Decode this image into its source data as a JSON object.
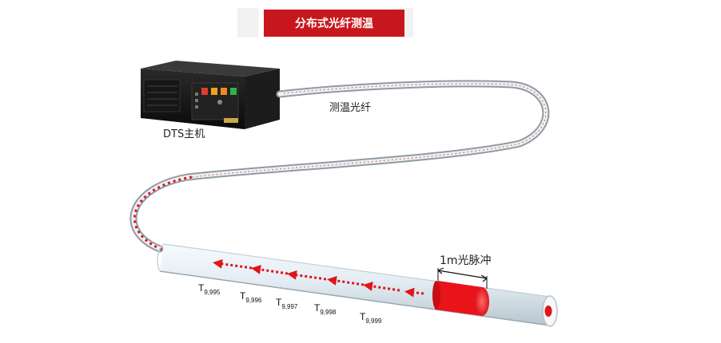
{
  "title": "分布式光纤测温",
  "labels": {
    "host": "DTS主机",
    "fiber": "测温光纤",
    "pulse": "1m光脉冲"
  },
  "temps": [
    {
      "main": "T",
      "sub": "9,995"
    },
    {
      "main": "T",
      "sub": "9,996"
    },
    {
      "main": "T",
      "sub": "9,997"
    },
    {
      "main": "T",
      "sub": "9,998"
    },
    {
      "main": "T",
      "sub": "9,999"
    }
  ],
  "colors": {
    "title_bg": "#c8171c",
    "pulse": "#e8141a",
    "dots": "#e0141a"
  }
}
